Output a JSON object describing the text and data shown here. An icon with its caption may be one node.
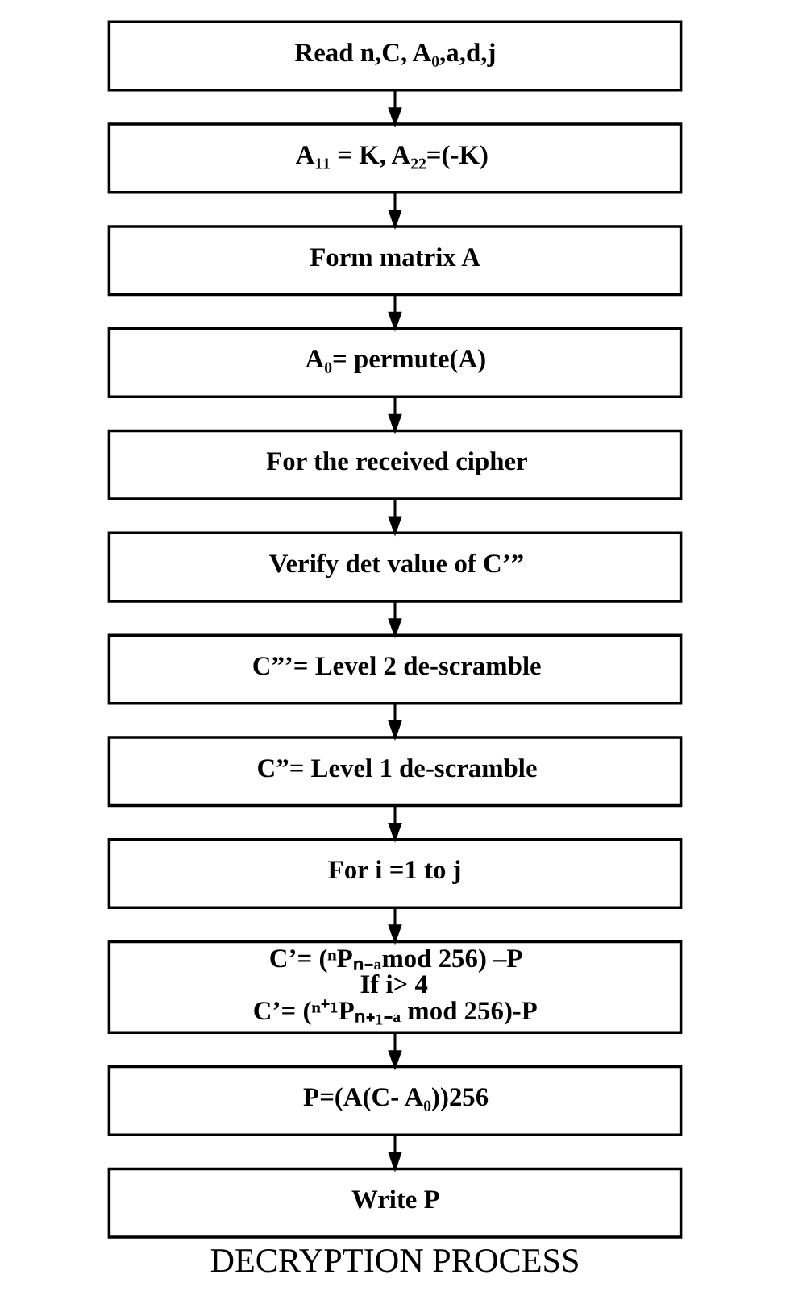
{
  "diagram": {
    "caption": "DECRYPTION PROCESS",
    "nodes": [
      {
        "text": [
          "Read n,C, A₀,a,d,j"
        ]
      },
      {
        "text": [
          "A₁₁ = K, A₂₂=(-K)"
        ]
      },
      {
        "text": [
          "Form matrix A"
        ]
      },
      {
        "text": [
          "A₀= permute(A)"
        ]
      },
      {
        "text": [
          "For the received cipher"
        ]
      },
      {
        "text": [
          "Verify det value of C’”"
        ]
      },
      {
        "text": [
          "C”’= Level 2 de-scramble"
        ]
      },
      {
        "text": [
          "C”= Level 1 de-scramble"
        ]
      },
      {
        "text": [
          "For i =1 to j"
        ]
      },
      {
        "text": [
          "C’= (ⁿPₙ₋ₐmod 256) –P",
          "If i> 4",
          "C’= (ⁿ⁺¹Pₙ₊₁₋ₐ mod 256)-P"
        ]
      },
      {
        "text": [
          "P=(A(C- A₀))256"
        ]
      },
      {
        "text": [
          "Write P"
        ]
      }
    ],
    "edges": [
      {
        "from": 0,
        "to": 1,
        "arrow": "to"
      },
      {
        "from": 1,
        "to": 2,
        "arrow": "to"
      },
      {
        "from": 2,
        "to": 3,
        "arrow": "to"
      },
      {
        "from": 3,
        "to": 4,
        "arrow": "to"
      },
      {
        "from": 4,
        "to": 5,
        "arrow": "to"
      },
      {
        "from": 5,
        "to": 6,
        "arrow": "to"
      },
      {
        "from": 6,
        "to": 7,
        "arrow": "to"
      },
      {
        "from": 7,
        "to": 8,
        "arrow": "to"
      },
      {
        "from": 8,
        "to": 9,
        "arrow": "to"
      },
      {
        "from": 9,
        "to": 10,
        "arrow": "to"
      },
      {
        "from": 10,
        "to": 11,
        "arrow": "to"
      }
    ]
  }
}
